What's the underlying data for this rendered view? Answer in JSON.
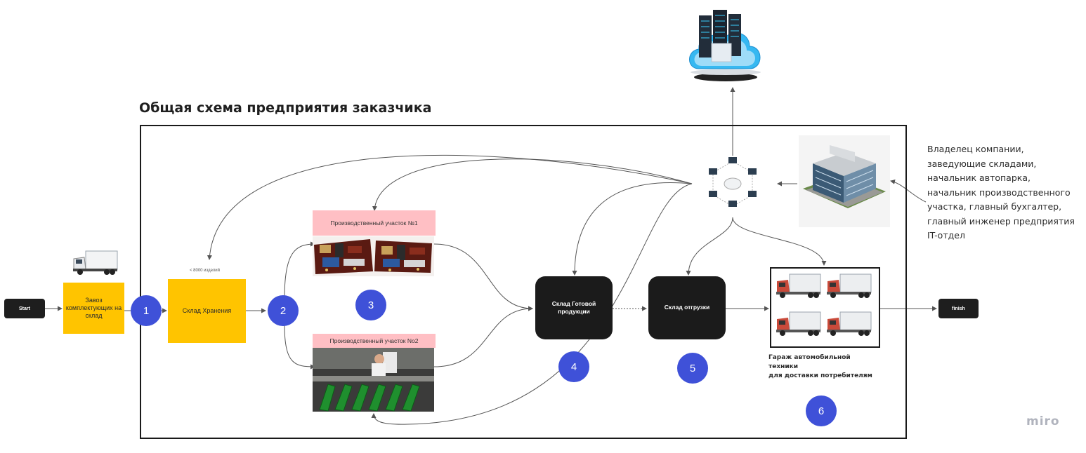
{
  "title": "Общая схема предприятия заказчика",
  "start_label": "Start",
  "finish_label": "finish",
  "delivery_box": "Завоз комплектующих на склад",
  "storage_box": "Склад Хранения",
  "storage_note": "< 8000 изделий",
  "area1_label": "Производственный участок №1",
  "area2_label": "Производственный участок No2",
  "finished_goods_box": "Склад Готовой продукции",
  "shipping_box": "Склад отгрузки",
  "garage_label_lines": [
    "Гараж автомобильной",
    "техники",
    "для доставки потребителям"
  ],
  "steps": [
    "1",
    "2",
    "3",
    "4",
    "5",
    "6"
  ],
  "roles": [
    "Владелец компании,",
    "заведующие складами,",
    "начальник автопарка,",
    "начальник производственного",
    "участка, главный бухгалтер,",
    "главный инженер предприятия",
    "IT-отдел"
  ],
  "watermark": "miro",
  "colors": {
    "yellow_box": "#ffc400",
    "black_box": "#1b1b1b",
    "step_circle": "#3f51d8",
    "pink_label": "#ffbfc4",
    "frame": "#1a1a1a"
  },
  "icons": [
    "cloud-server-icon",
    "network-hub-icon",
    "office-building-icon",
    "truck-icon",
    "circuit-board-photo",
    "assembly-line-photo"
  ]
}
